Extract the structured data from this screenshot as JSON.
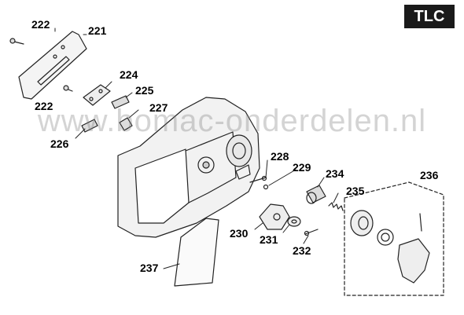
{
  "badge": "TLC",
  "watermark": "www.bomac-onderdelen.nl",
  "parts": [
    {
      "id": "221",
      "label": "221"
    },
    {
      "id": "222a",
      "label": "222"
    },
    {
      "id": "222b",
      "label": "222"
    },
    {
      "id": "224",
      "label": "224"
    },
    {
      "id": "225",
      "label": "225"
    },
    {
      "id": "226",
      "label": "226"
    },
    {
      "id": "227",
      "label": "227"
    },
    {
      "id": "228",
      "label": "228"
    },
    {
      "id": "229",
      "label": "229"
    },
    {
      "id": "230",
      "label": "230"
    },
    {
      "id": "231",
      "label": "231"
    },
    {
      "id": "232",
      "label": "232"
    },
    {
      "id": "234",
      "label": "234"
    },
    {
      "id": "235",
      "label": "235"
    },
    {
      "id": "236",
      "label": "236"
    },
    {
      "id": "237",
      "label": "237"
    }
  ]
}
